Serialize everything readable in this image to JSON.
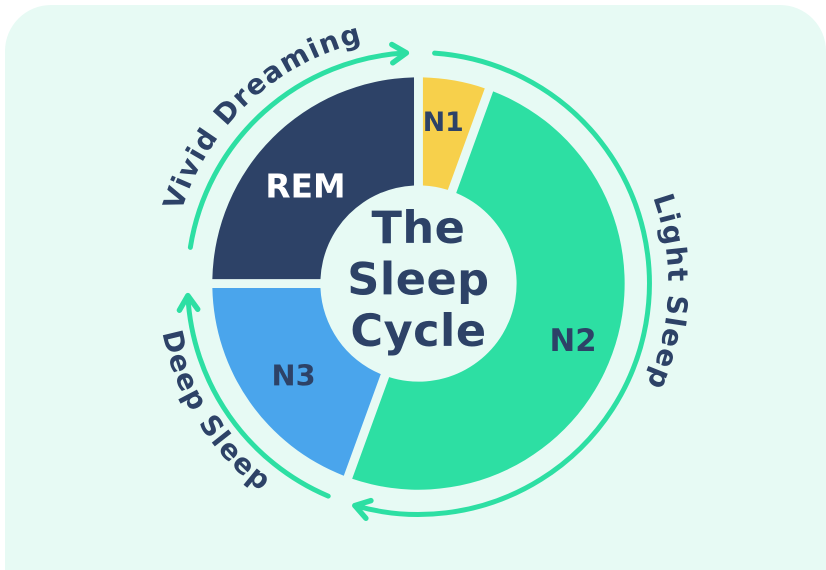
{
  "page": {
    "background": "#ffffff",
    "card_background": "#e7faf4"
  },
  "colors": {
    "navy": "#2d4267",
    "yellow": "#f7d04b",
    "green": "#2ddfa3",
    "blue": "#4aa5ec",
    "arrow_green": "#2ddfa3",
    "label_text": "#2d4267",
    "rem_label_text": "#ffffff",
    "card_background": "#e7faf4"
  },
  "chart_data": {
    "type": "pie",
    "variant": "donut-cycle-diagram",
    "title": "The Sleep Cycle",
    "title_lines": [
      "The",
      "Sleep",
      "Cycle"
    ],
    "direction": "clockwise",
    "legend_position": "curved labels around ring",
    "segments": [
      {
        "label": "N1",
        "outer_label": "",
        "start_angle": 0,
        "end_angle": 20,
        "angle_span_degrees": 20,
        "percent_est": 5.5,
        "color": "#f7d04b"
      },
      {
        "label": "N2",
        "outer_label": "Light Sleep",
        "start_angle": 20,
        "end_angle": 200,
        "angle_span_degrees": 180,
        "percent_est": 50,
        "color": "#2ddfa3"
      },
      {
        "label": "N3",
        "outer_label": "Deep Sleep",
        "start_angle": 200,
        "end_angle": 270,
        "angle_span_degrees": 70,
        "percent_est": 19.5,
        "color": "#4aa5ec"
      },
      {
        "label": "REM",
        "outer_label": "Vivid Dreaming",
        "start_angle": 270,
        "end_angle": 360,
        "angle_span_degrees": 90,
        "percent_est": 25,
        "color": "#2d4267"
      }
    ]
  }
}
